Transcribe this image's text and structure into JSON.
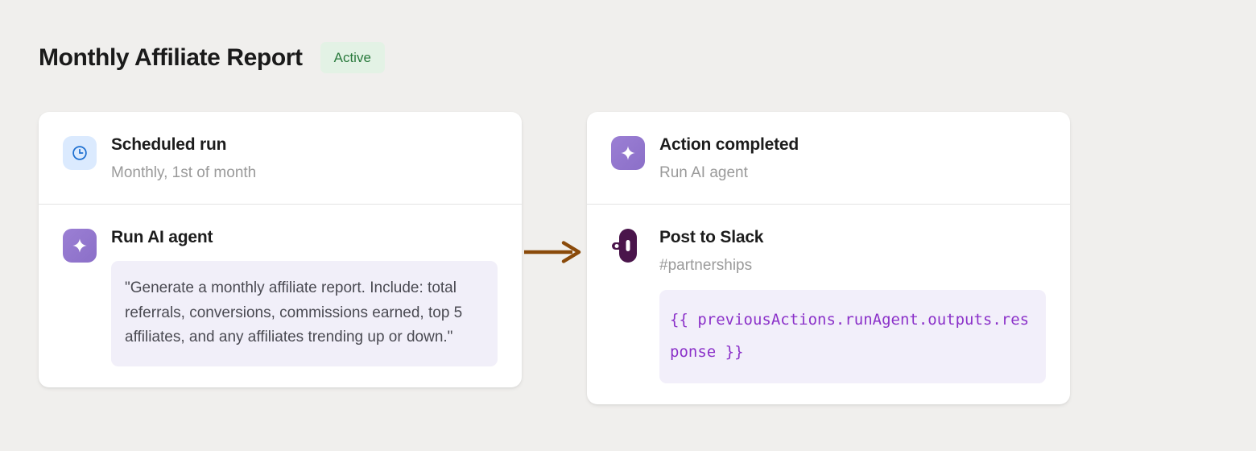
{
  "header": {
    "title": "Monthly Affiliate Report",
    "status": "Active"
  },
  "flow": {
    "connector_icon": "arrow-right-icon",
    "connector_color": "#8a4a0a",
    "cards": [
      {
        "name": "trigger-card",
        "sections": [
          {
            "name": "scheduled-run",
            "icon": "clock-icon",
            "icon_color": "#1d6fd0",
            "icon_bg": "#dbeafe",
            "title": "Scheduled run",
            "subtitle": "Monthly, 1st of month"
          },
          {
            "name": "run-ai-agent",
            "icon": "sparkle-icon",
            "icon_color": "#ffffff",
            "icon_bg": "#8b6fc8",
            "title": "Run AI agent",
            "prompt": "\"Generate a monthly affiliate report. Include: total referrals, conversions, commissions earned, top 5 affiliates, and any affiliates trending up or down.\""
          }
        ]
      },
      {
        "name": "action-card",
        "sections": [
          {
            "name": "action-completed",
            "icon": "sparkle-icon",
            "icon_color": "#ffffff",
            "icon_bg": "#8b6fc8",
            "title": "Action completed",
            "subtitle": "Run AI agent"
          },
          {
            "name": "post-to-slack",
            "icon": "slack-icon",
            "icon_color": "#4a154b",
            "title": "Post to Slack",
            "subtitle": "#partnerships",
            "code": "{{ previousActions.runAgent.outputs.response }}",
            "code_color": "#8b31c9"
          }
        ]
      }
    ]
  }
}
